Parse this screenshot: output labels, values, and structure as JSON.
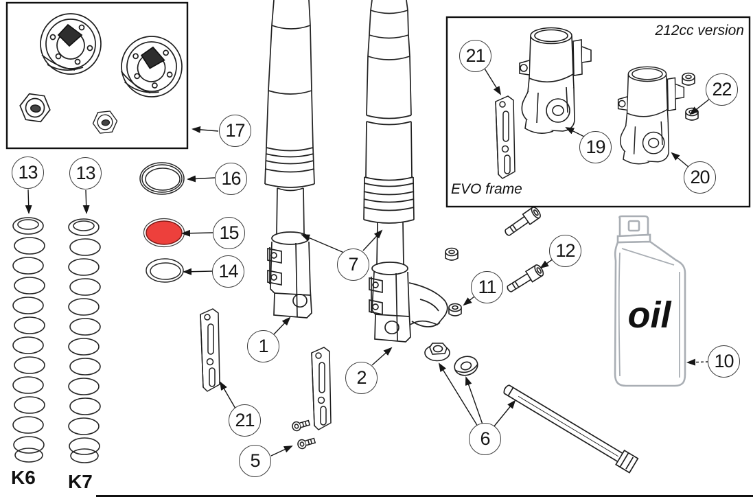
{
  "callouts": {
    "c1": "1",
    "c2": "2",
    "c5": "5",
    "c6": "6",
    "c7": "7",
    "c10": "10",
    "c11": "11",
    "c12": "12",
    "c13_left": "13",
    "c13_right": "13",
    "c14": "14",
    "c15": "15",
    "c16": "16",
    "c17": "17",
    "c19": "19",
    "c20": "20",
    "c21_mid": "21",
    "c21_box": "21",
    "c22": "22"
  },
  "labels": {
    "spring_left": "K6",
    "spring_right": "K7",
    "bottle": "oil",
    "box_version": "212cc version",
    "box_frame": "EVO frame"
  },
  "colors": {
    "highlight_red": "#ed403c",
    "line": "#1b1b1b",
    "bottle_line": "#a9aeb4",
    "background": "#ffffff"
  }
}
